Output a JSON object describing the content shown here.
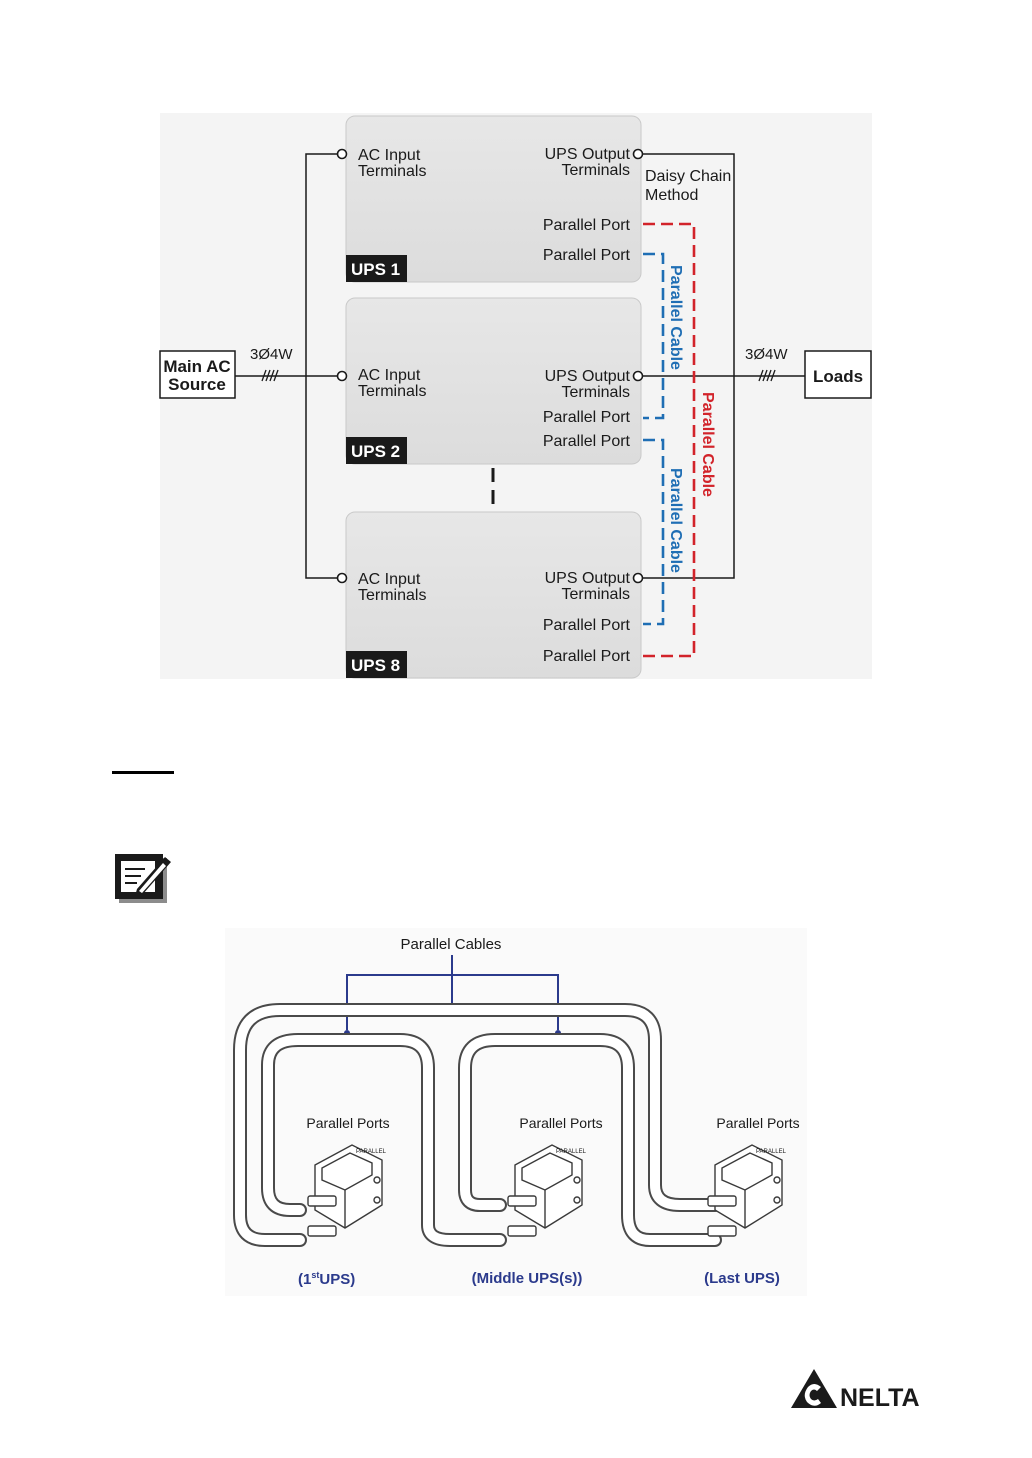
{
  "diagram": {
    "ups_units": [
      {
        "label": "UPS 1",
        "ac_input": [
          "AC Input",
          "Terminals"
        ],
        "ups_output": [
          "UPS Output",
          "Terminals"
        ],
        "port_top": "Parallel Port",
        "port_bottom": "Parallel Port"
      },
      {
        "label": "UPS 2",
        "ac_input": [
          "AC Input",
          "Terminals"
        ],
        "ups_output": [
          "UPS Output",
          "Terminals"
        ],
        "port_top": "Parallel Port",
        "port_bottom": "Parallel Port"
      },
      {
        "label": "UPS 8",
        "ac_input": [
          "AC Input",
          "Terminals"
        ],
        "ups_output": [
          "UPS Output",
          "Terminals"
        ],
        "port_top": "Parallel Port",
        "port_bottom": "Parallel Port"
      }
    ],
    "source_box": [
      "Main AC",
      "Source"
    ],
    "loads_box": "Loads",
    "input_wiring": "3Ø4W",
    "output_wiring": "3Ø4W",
    "daisy_chain": [
      "Daisy Chain",
      "Method"
    ],
    "cable_label": "Parallel Cable",
    "colors": {
      "red_cable": "#d2232a",
      "blue_cable": "#1f6eb4",
      "box_fill": "#e2e2e2",
      "label_fill": "#1a1a1a",
      "cable_label_navy": "#2b3a8c"
    }
  },
  "cable_illustration": {
    "title": "Parallel Cables",
    "ports_label": "Parallel Ports",
    "connector_tag": "PARALLEL",
    "first_pre": "(1",
    "first_sup": "st",
    "first_post": "UPS)",
    "middle": "(Middle UPS(s))",
    "last": "(Last UPS)"
  },
  "icons": {
    "note": "note-pencil-icon",
    "brand": "delta-logo-icon"
  },
  "brand": {
    "name": "NELTA"
  }
}
